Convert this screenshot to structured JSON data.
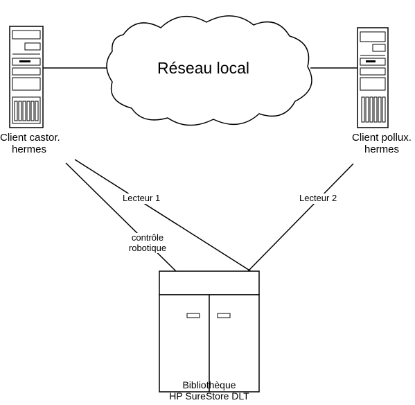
{
  "network": {
    "label": "Réseau local"
  },
  "clients": [
    {
      "line1": "Client castor.",
      "line2": "hermes"
    },
    {
      "line1": "Client pollux.",
      "line2": "hermes"
    }
  ],
  "links": {
    "drive1": "Lecteur 1",
    "drive2": "Lecteur 2",
    "robotic_line1": "contrôle",
    "robotic_line2": "robotique"
  },
  "library": {
    "line1": "Bibliothèque",
    "line2": "HP SureStore DLT"
  }
}
